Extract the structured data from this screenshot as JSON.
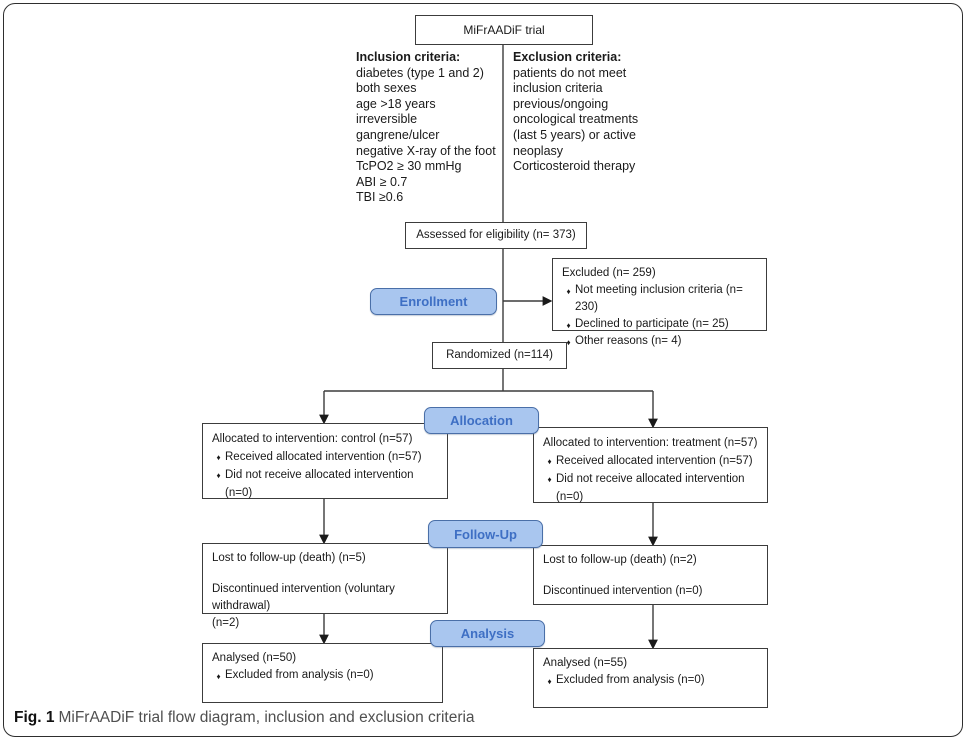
{
  "title_box": {
    "label": "MiFrAADiF trial"
  },
  "criteria": {
    "inclusion": {
      "header": "Inclusion criteria:",
      "items": [
        "diabetes (type 1 and 2)",
        "both sexes",
        "age >18 years",
        "irreversible",
        "gangrene/ulcer",
        "negative X-ray of the foot",
        "TcPO2 ≥ 30 mmHg",
        "ABI ≥ 0.7",
        "TBI ≥0.6"
      ]
    },
    "exclusion": {
      "header": "Exclusion criteria:",
      "items": [
        "patients do not meet",
        "inclusion criteria",
        "previous/ongoing",
        "oncological treatments",
        "(last 5 years) or active",
        "neoplasy",
        "Corticosteroid therapy"
      ]
    }
  },
  "stage_labels": {
    "enrollment": "Enrollment",
    "allocation": "Allocation",
    "followup": "Follow-Up",
    "analysis": "Analysis"
  },
  "boxes": {
    "assessed": {
      "label": "Assessed for eligibility (n= 373)"
    },
    "excluded": {
      "title": "Excluded (n= 259)",
      "items": [
        "Not meeting inclusion criteria (n= 230)",
        "Declined to participate (n= 25)",
        "Other reasons (n= 4)"
      ]
    },
    "randomized": {
      "label": "Randomized (n=114)"
    },
    "allocation_left": {
      "title": "Allocated to intervention: control (n=57)",
      "items": [
        "Received allocated intervention (n=57)",
        "Did not receive allocated intervention (n=0)"
      ]
    },
    "allocation_right": {
      "title": "Allocated to intervention: treatment (n=57)",
      "items": [
        "Received allocated intervention (n=57)",
        "Did not receive allocated intervention (n=0)"
      ]
    },
    "followup_left": {
      "line1": "Lost to follow-up (death) (n=5)",
      "line2": "Discontinued intervention (voluntary withdrawal)",
      "line3": "(n=2)"
    },
    "followup_right": {
      "line1": "Lost to follow-up (death) (n=2)",
      "line2": "Discontinued intervention (n=0)"
    },
    "analysis_left": {
      "title": "Analysed (n=50)",
      "items": [
        "Excluded from analysis (n=0)"
      ]
    },
    "analysis_right": {
      "title": "Analysed (n=55)",
      "items": [
        "Excluded from analysis (n=0)"
      ]
    }
  },
  "icons": {
    "bullet": "♦"
  },
  "colors": {
    "stage_fill": "#a9c6ef",
    "stage_border": "#4a6fa8",
    "stage_text": "#3e6fc4",
    "line_color": "#3c3c3c"
  },
  "caption": {
    "label": "Fig. 1",
    "text": "MiFrAADiF trial flow diagram, inclusion and exclusion criteria"
  }
}
